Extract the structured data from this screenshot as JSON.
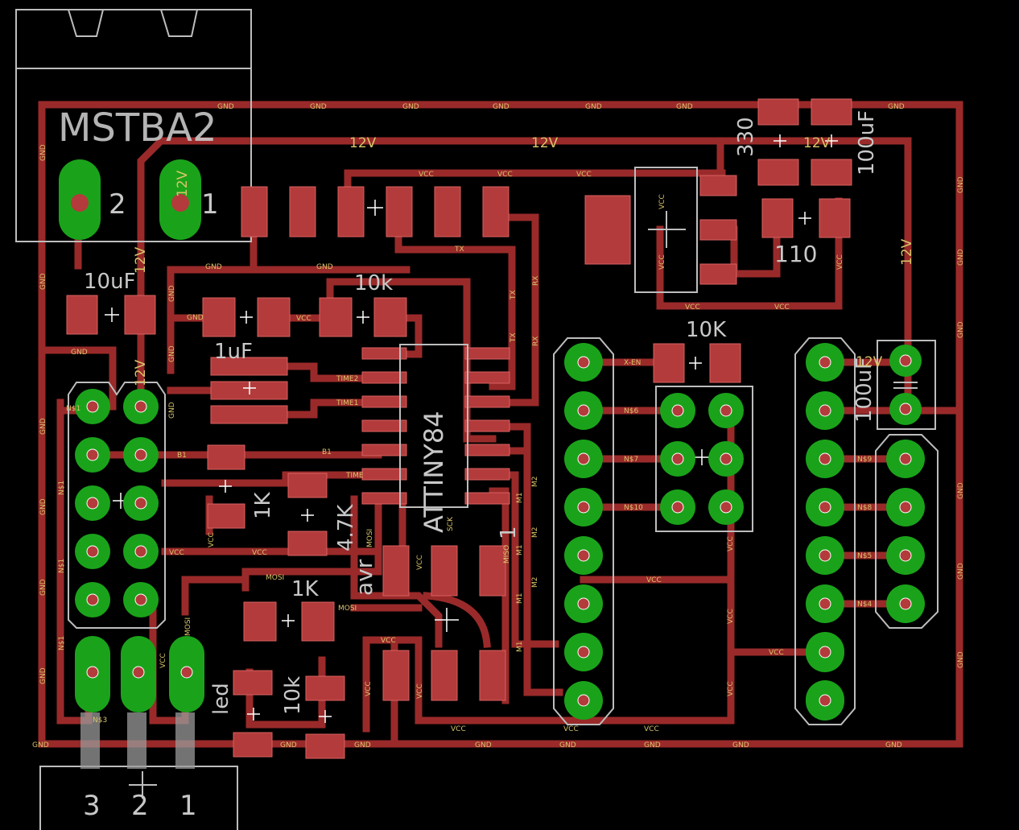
{
  "colors": {
    "background": "#000000",
    "trace": "#9a2a2a",
    "pad": "#b33b3b",
    "via_ring": "#1aa31a",
    "hole": "#ffffff",
    "outline": "#bdbdbd",
    "net_label": "#d8c46a",
    "silk_text": "#c8c8c8"
  },
  "silk": {
    "conn_name": "MSTBA2",
    "conn_pin2": "2",
    "conn_pin1": "1",
    "c10u": "10uF",
    "r10k_top": "10k",
    "c1u": "1uF",
    "r1k_left": "1K",
    "r4k7": "4.7K",
    "ic_name": "ATTINY84",
    "ic_pin1": "1",
    "avr": "avr",
    "r1k_bottom": "1K",
    "led": "led",
    "r10k_bottom": "10k",
    "r10k_right": "10K",
    "r330": "330",
    "c100u_top": "100uF",
    "r110": "110",
    "c100u_right": "100uF",
    "reg_pin3": "3",
    "reg_pin2": "2",
    "reg_pin1": "1"
  },
  "nets": {
    "gnd": "GND",
    "v12": "12V",
    "vcc": "VCC",
    "tx": "TX",
    "rx": "RX",
    "mosi": "MOSI",
    "miso": "MISO",
    "sck": "SCK",
    "b1": "B1",
    "time": "TIME",
    "time1": "TIME1",
    "time2": "TIME2",
    "m1": "M1",
    "m2": "M2",
    "xen": "X-EN",
    "n6": "N$6",
    "n7": "N$7",
    "n10": "N$10",
    "n9": "N$9",
    "n8": "N$8",
    "n5": "N$5",
    "n4": "N$4",
    "n1": "N$1",
    "n3": "N$3"
  }
}
